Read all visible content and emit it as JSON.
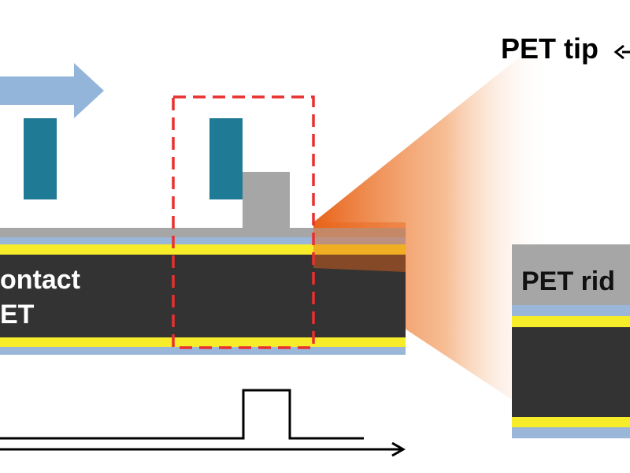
{
  "labels": {
    "pet_tip": "PET tip",
    "contact": "ontact",
    "et": "ET",
    "pet_ridge": "PET rid"
  },
  "colors": {
    "dark_layer": "#333333",
    "yellow_electrode": "#f6ec2a",
    "blue_layer": "#9ab6d8",
    "gray_layer": "#a6a6a6",
    "teal_block": "#1e7a95",
    "arrow_blue": "#93b5da",
    "dashed_box": "#e8312f",
    "orange_beam": "#e8641a"
  },
  "icons": {
    "motion_arrow": "right-arrow-icon",
    "pulse_axis": "right-arrow-icon"
  }
}
